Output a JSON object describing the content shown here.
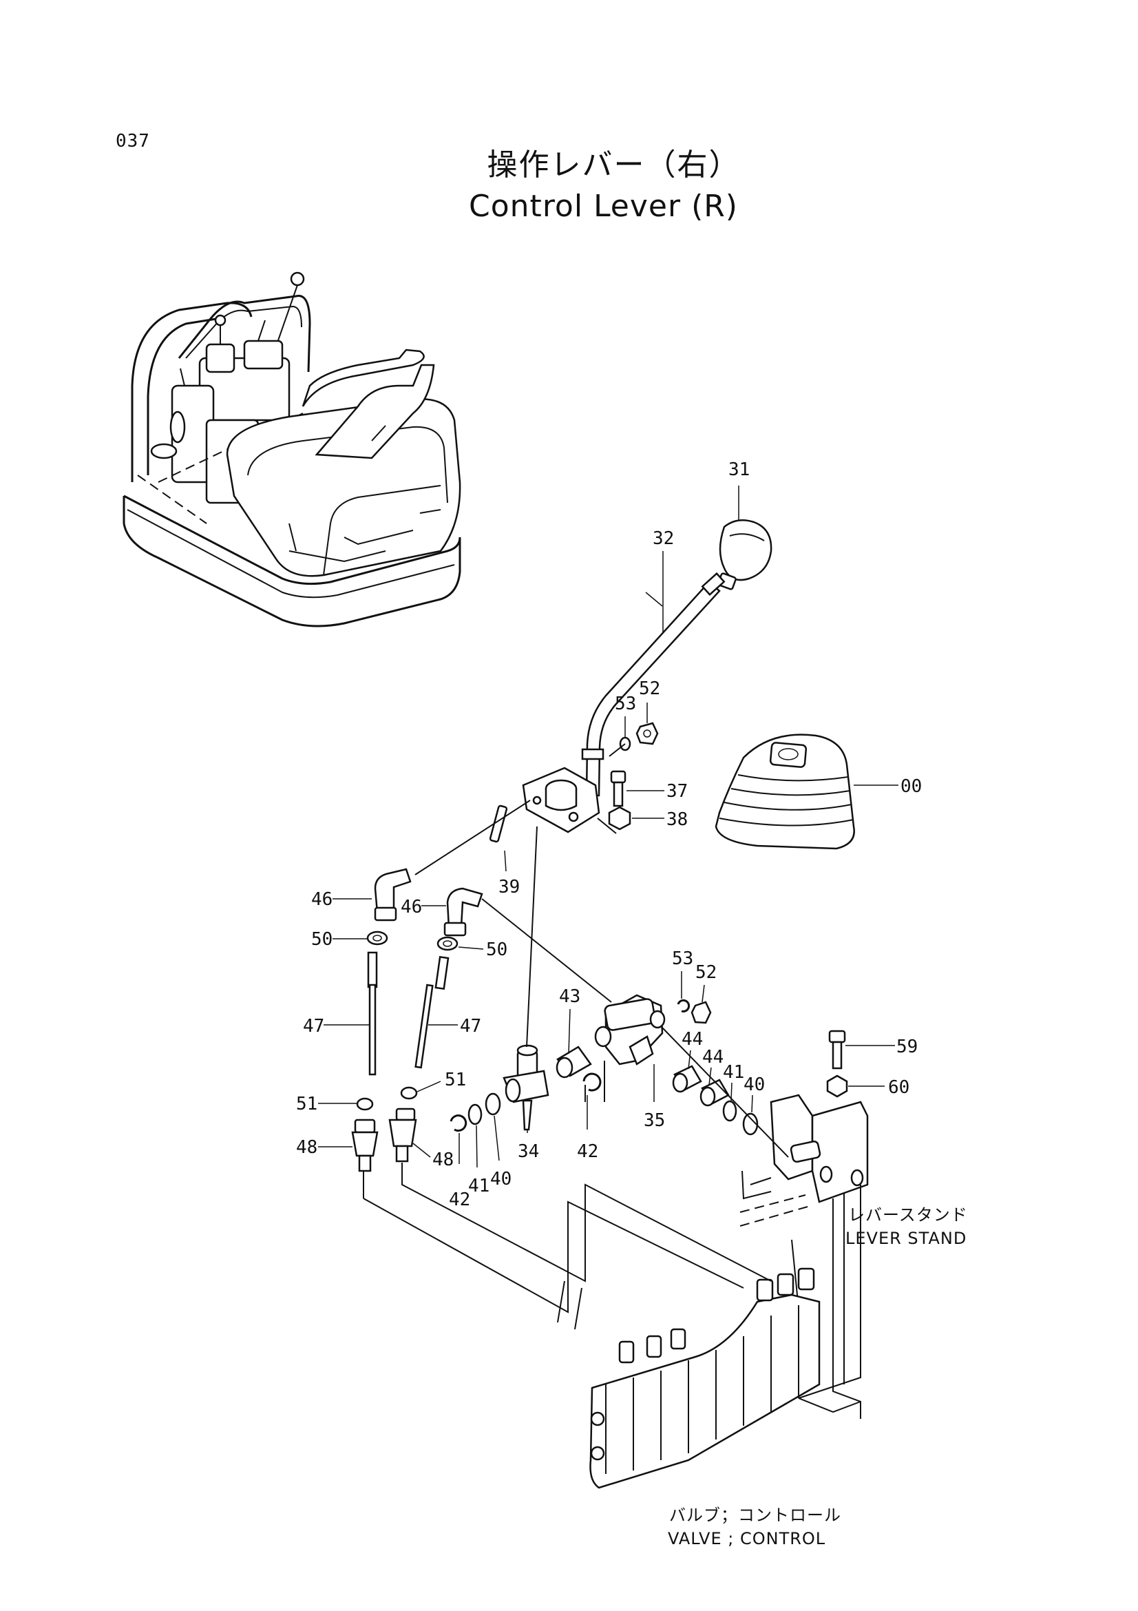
{
  "page": {
    "number": "037"
  },
  "title": {
    "japanese": "操作レバー（右）",
    "english": "Control Lever (R)"
  },
  "callouts": {
    "c31": "31",
    "c32": "32",
    "c53a": "53",
    "c52a": "52",
    "c37": "37",
    "c00": "00",
    "c38": "38",
    "c39": "39",
    "c46a": "46",
    "c46b": "46",
    "c50a": "50",
    "c50b": "50",
    "c47a": "47",
    "c47b": "47",
    "c53b": "53",
    "c52b": "52",
    "c43": "43",
    "c44a": "44",
    "c44b": "44",
    "c41a": "41",
    "c40a": "40",
    "c59": "59",
    "c60": "60",
    "c51a": "51",
    "c51b": "51",
    "c48a": "48",
    "c48b": "48",
    "c34": "34",
    "c42a": "42",
    "c35": "35",
    "c42b": "42",
    "c41b": "41",
    "c40b": "40"
  },
  "labels": {
    "lever_stand_ja": "レバースタンド",
    "lever_stand_en": "LEVER STAND",
    "valve_ja": "バルブ；コントロール",
    "valve_en": "VALVE ; CONTROL"
  }
}
